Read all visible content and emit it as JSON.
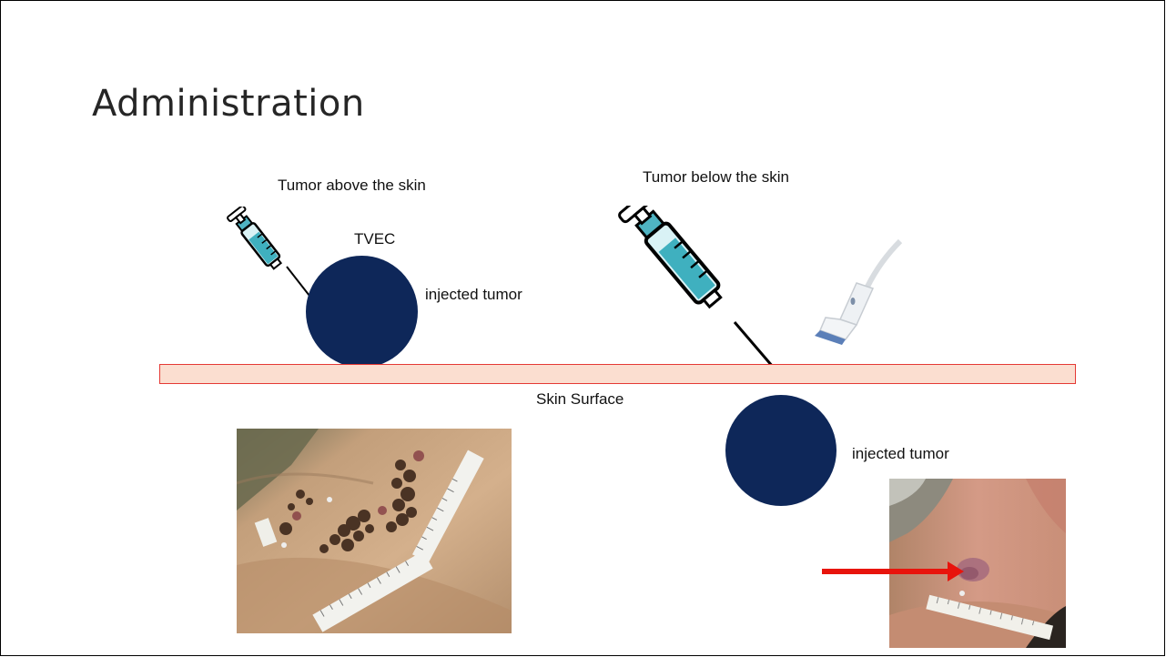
{
  "slide": {
    "title": "Administration"
  },
  "left_panel": {
    "heading": "Tumor above the skin",
    "agent_label": "TVEC",
    "tumor_label": "injected tumor"
  },
  "right_panel": {
    "heading": "Tumor below the skin",
    "tumor_label": "injected tumor"
  },
  "skin": {
    "label": "Skin Surface"
  },
  "icons": {
    "left_syringe": "syringe-icon",
    "right_syringe": "syringe-icon",
    "probe": "ultrasound-probe-icon",
    "arrow": "red-arrow-icon"
  },
  "colors": {
    "tumor": "#0e2759",
    "skin_fill": "#fbded0",
    "skin_border": "#e53935",
    "arrow": "#e8140c"
  }
}
